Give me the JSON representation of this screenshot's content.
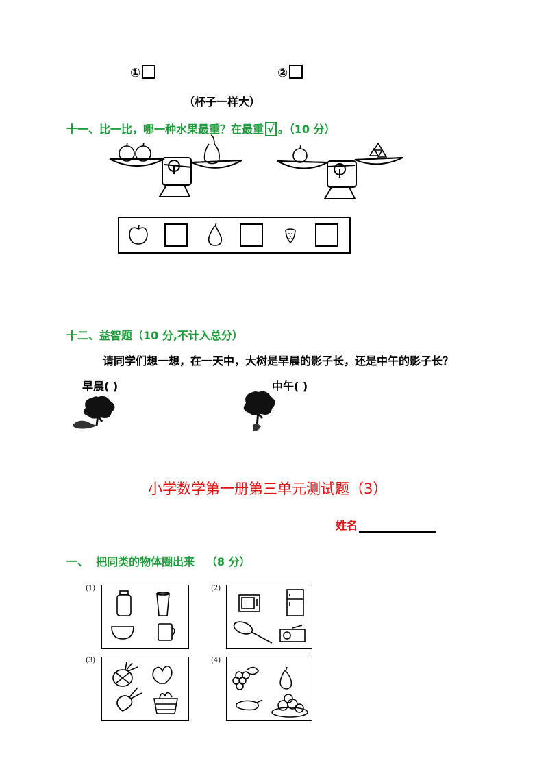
{
  "top": {
    "opt1_label": "①",
    "opt2_label": "②",
    "note": "（杯子一样大）"
  },
  "q11": {
    "title": "十一、比一比，哪一种水果最重？在最重",
    "tick": "√",
    "suffix": "。（10 分）",
    "fruits": [
      "apple-icon",
      "pear-icon",
      "strawberry-icon"
    ]
  },
  "q12": {
    "title": "十二、益智题（10 分,不计入总分）",
    "question": "请同学们想一想，在一天中，大树是早晨的影子长，还是中午的影子长？",
    "morning": "早晨(    )",
    "noon": "中午(      )"
  },
  "test": {
    "title": "小学数学第一册第三单元测试题（3）",
    "name_label": "姓名"
  },
  "q1": {
    "title": "一、  把同类的物体圈出来   （8 分）",
    "panels": [
      {
        "num": "(1)",
        "items": [
          "thermos-icon",
          "glass-icon",
          "teacup-icon",
          "mug-icon"
        ]
      },
      {
        "num": "(2)",
        "items": [
          "television-icon",
          "refrigerator-icon",
          "racket-icon",
          "radio-icon"
        ]
      },
      {
        "num": "(3)",
        "items": [
          "pineapple-icon",
          "spinach-icon",
          "radish-icon",
          "vegetable-basket-icon"
        ]
      },
      {
        "num": "(4)",
        "items": [
          "grapes-icon",
          "pear-icon",
          "eggplant-icon",
          "fruit-plate-icon"
        ]
      }
    ]
  },
  "colors": {
    "green": "#1f9a3a",
    "red": "#e01010"
  }
}
